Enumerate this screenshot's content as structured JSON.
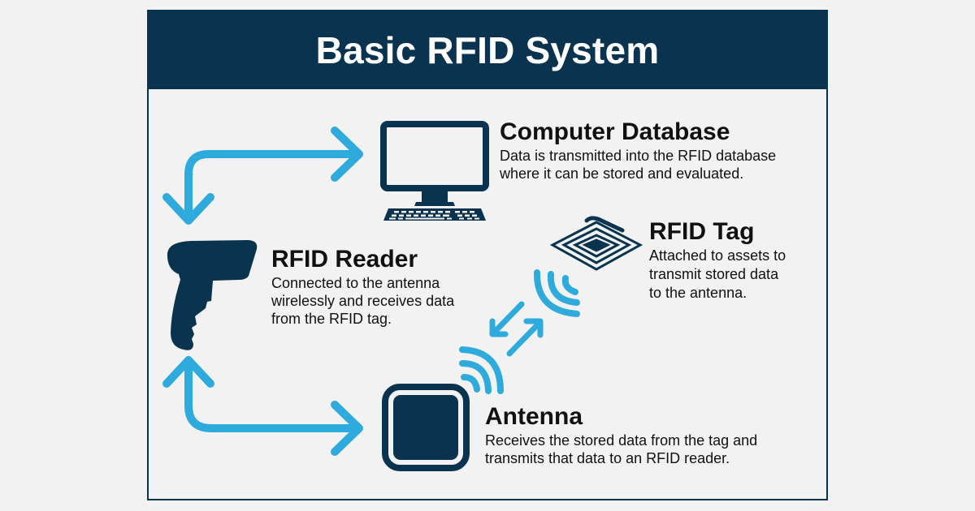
{
  "title": "Basic RFID System",
  "colors": {
    "header_bg": "#0a3350",
    "icon_navy": "#0a3350",
    "arrow_blue": "#2eaadc",
    "background": "#f2f2f2"
  },
  "components": {
    "computer_database": {
      "title": "Computer Database",
      "description_lines": [
        "Data is transmitted into the RFID database",
        "where it can be stored and evaluated."
      ],
      "icon": "desktop-computer-icon"
    },
    "rfid_reader": {
      "title": "RFID Reader",
      "description_lines": [
        "Connected to the antenna",
        "wirelessly and receives data",
        "from the RFID tag."
      ],
      "icon": "handheld-scanner-icon"
    },
    "rfid_tag": {
      "title": "RFID Tag",
      "description_lines": [
        "Attached to assets to",
        "transmit stored data",
        "to the antenna."
      ],
      "icon": "rfid-tag-coil-icon"
    },
    "antenna": {
      "title": "Antenna",
      "description_lines": [
        "Receives the stored data from the tag and",
        "transmits that data to an RFID reader."
      ],
      "icon": "antenna-square-icon"
    }
  },
  "connections": [
    {
      "from": "RFID Reader",
      "to": "Computer Database",
      "type": "bidirectional"
    },
    {
      "from": "RFID Reader",
      "to": "Antenna",
      "type": "bidirectional"
    },
    {
      "from": "Antenna",
      "to": "RFID Tag",
      "type": "bidirectional-wireless"
    }
  ]
}
